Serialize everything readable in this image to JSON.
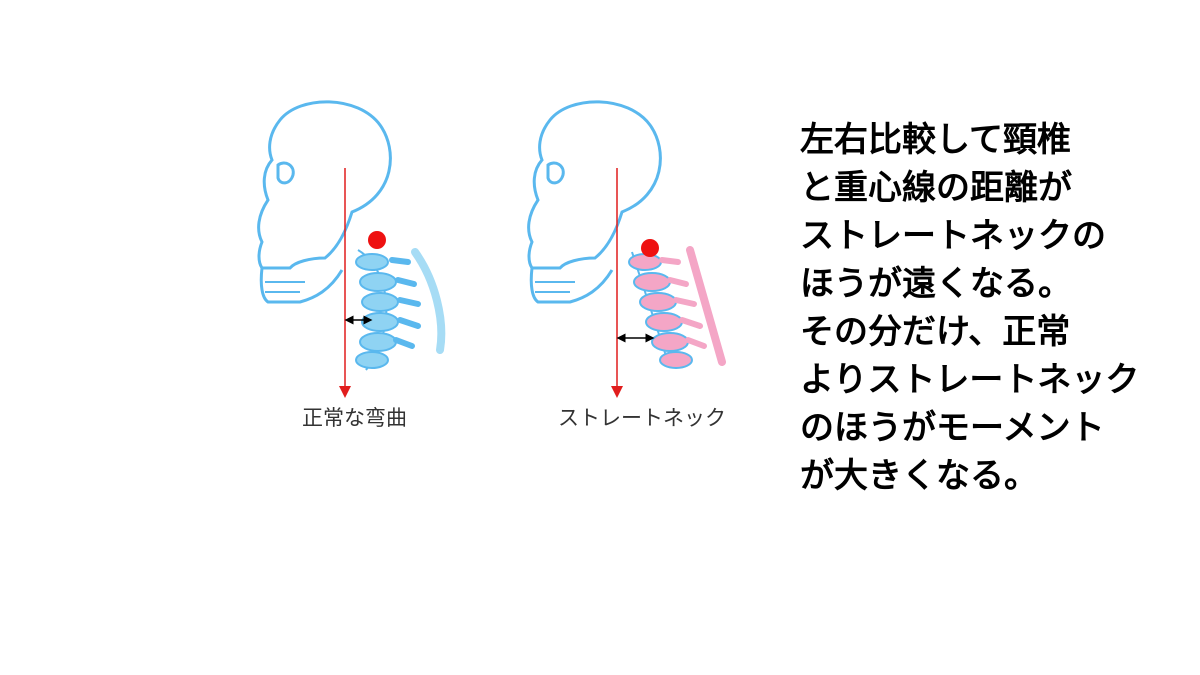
{
  "figures": [
    {
      "caption": "正常な弯曲",
      "color": "#8fd3f3",
      "stroke": "#5ab8ee"
    },
    {
      "caption": "ストレートネック",
      "color": "#f4a6c6",
      "stroke": "#5ab8ee"
    }
  ],
  "gravity_line_color": "#e11d1d",
  "center_of_gravity_color": "#ee1111",
  "note_lines": [
    "左右比較して頸椎",
    "と重心線の距離が",
    "ストレートネックの",
    "ほうが遠くなる。",
    "その分だけ、正常",
    "よりストレートネック",
    "のほうがモーメント",
    "が大きくなる。"
  ]
}
